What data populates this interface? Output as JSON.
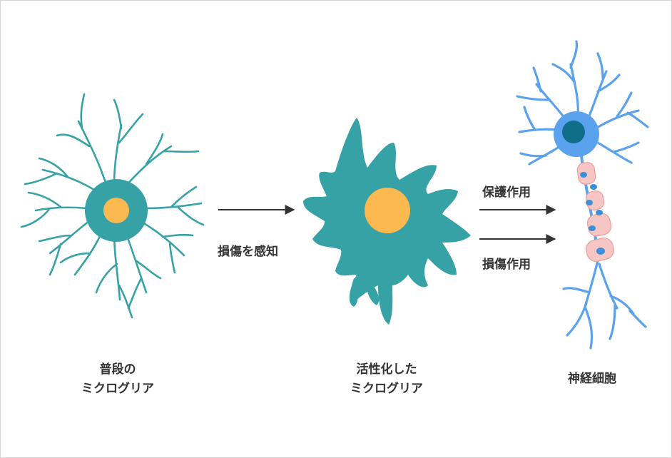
{
  "cells": {
    "resting": {
      "line1": "普段の",
      "line2": "ミクログリア"
    },
    "activated": {
      "line1": "活性化した",
      "line2": "ミクログリア"
    },
    "neuron": {
      "label": "神経細胞"
    }
  },
  "arrows": {
    "detect": "損傷を感知",
    "protective": "保護作用",
    "damaging": "損傷作用"
  },
  "colors": {
    "microglia_body": "#37a2a6",
    "nucleus_orange": "#fcb94f",
    "neuron_blue": "#5ba2ee",
    "neuron_nucleus": "#0f6e8a",
    "myelin_pink": "#f6c6c4",
    "arrow": "#333333"
  }
}
